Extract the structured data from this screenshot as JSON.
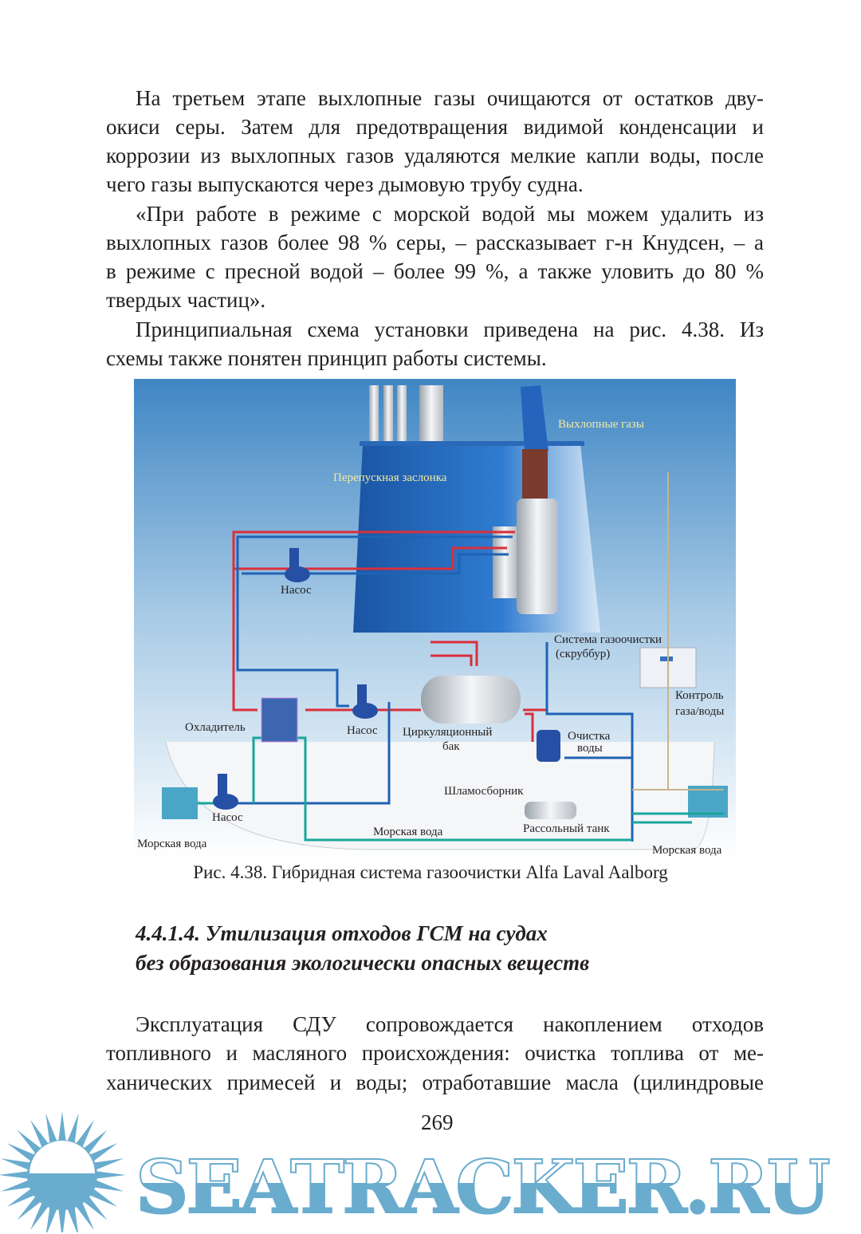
{
  "body_top": [
    "На третьем этапе выхлопные газы очищаются от остатков дву-",
    "окиси серы. Затем для предотвращения видимой конденсации и",
    "коррозии из выхлопных газов удаляются мелкие капли воды, после",
    "чего газы выпускаются через дымовую трубу судна.",
    "«При работе в режиме с морской водой мы можем удалить из",
    "выхлопных газов более 98 % серы, – рассказывает г-н Кнудсен, – а",
    "в режиме с пресной водой – более 99 %, а также уловить до 80 %",
    "твердых частиц».",
    "Принципиальная схема установки приведена на рис. 4.38. Из",
    "схемы также понятен принцип работы системы."
  ],
  "figure": {
    "labels": {
      "exhaust": "Выхлопные газы",
      "bypass": "Перепускная заслонка",
      "pump1": "Насос",
      "scrubber1": "Система газоочистки",
      "scrubber2": "(скруббур)",
      "control1": "Контроль",
      "control2": "газа/воды",
      "cooler": "Охладитель",
      "pump2": "Насос",
      "tank1": "Циркуляционный",
      "tank2": "бак",
      "water1": "Очистка",
      "water2": "воды",
      "sludge": "Шламосборник",
      "pump3": "Насос",
      "brine": "Рассольный танк",
      "sea_mid": "Морская вода",
      "sea_left": "Морская вода",
      "sea_right": "Морская вода"
    },
    "caption": "Рис. 4.38. Гибридная система газоочистки Alfa Laval Aalborg"
  },
  "heading": [
    "4.4.1.4. Утилизация отходов ГСМ на судах",
    "без образования экологически опасных веществ"
  ],
  "body_bottom": [
    "Эксплуатация СДУ сопровождается накоплением отходов",
    "топливного и масляного происхождения: очистка топлива от ме-",
    "ханических примесей и воды; отработавшие масла (цилиндровые"
  ],
  "page_number": "269",
  "watermark": "SEATRACKER.RU",
  "colors": {
    "hot": "#d9303a",
    "cold": "#1f63b5",
    "sea": "#1aa59c",
    "funnel": "#1f5fb0"
  }
}
